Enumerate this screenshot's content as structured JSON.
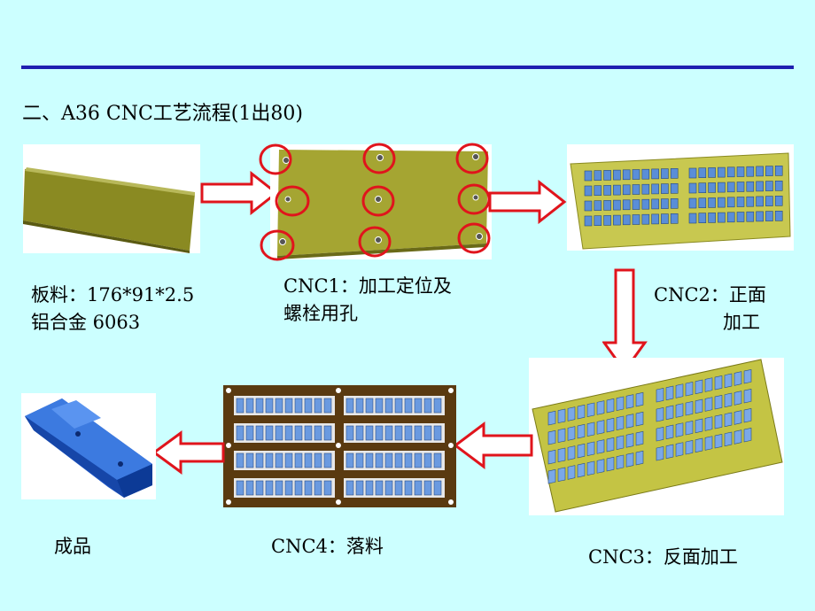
{
  "slide": {
    "title": "二、A36 CNC工艺流程(1出80)"
  },
  "steps": {
    "blank": {
      "line1": "板料：176*91*2.5",
      "line2": "铝合金 6063"
    },
    "cnc1": {
      "line1": "CNC1：加工定位及",
      "line2": "螺栓用孔"
    },
    "cnc2": {
      "line1": "CNC2：正面",
      "line2": "加工"
    },
    "cnc3": {
      "label": "CNC3：反面加工"
    },
    "cnc4": {
      "label": "CNC4：落料"
    },
    "finished": {
      "label": "成品"
    }
  },
  "colors": {
    "accent_line": "#1f1fb0",
    "background": "#ccffff",
    "plate": "#9a9a2a",
    "marker_circle": "#e0141c",
    "flow_arrow": "#e0141c",
    "part_blue": "#3a78d8",
    "finished_part": "#1e55c4"
  }
}
